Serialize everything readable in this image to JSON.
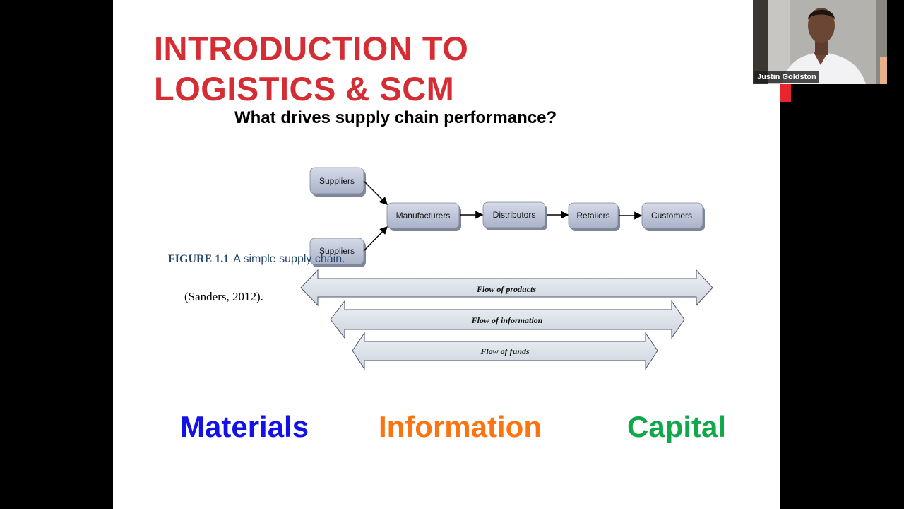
{
  "slide": {
    "title_line1": "INTRODUCTION TO",
    "title_line2": "LOGISTICS & SCM",
    "subtitle": "What drives supply chain performance?",
    "figure_label": "FIGURE 1.1",
    "figure_caption": "A simple supply chain.",
    "citation": "(Sanders, 2012).",
    "keywords": {
      "materials": "Materials",
      "information": "Information",
      "capital": "Capital"
    },
    "colors": {
      "title": "#d42e34",
      "materials": "#1111e8",
      "information": "#fb7412",
      "capital": "#10a84a"
    }
  },
  "diagram": {
    "nodes": {
      "supplier_top": "Suppliers",
      "supplier_bottom": "Suppliers",
      "manufacturers": "Manufacturers",
      "distributors": "Distributors",
      "retailers": "Retailers",
      "customers": "Customers"
    },
    "flows": {
      "products": "Flow of products",
      "information": "Flow of information",
      "funds": "Flow of funds"
    }
  },
  "participant": {
    "name": "Justin Goldston"
  }
}
